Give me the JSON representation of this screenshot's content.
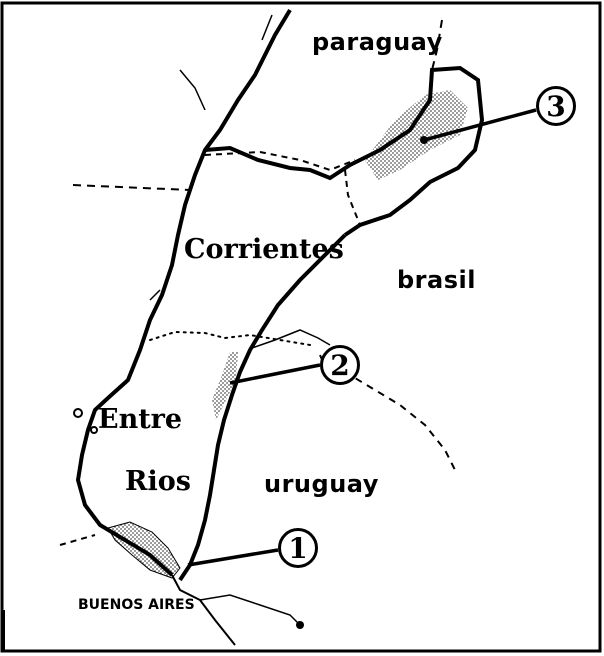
{
  "map": {
    "countries": {
      "paraguay": "paraguay",
      "brasil": "brasil",
      "uruguay": "uruguay"
    },
    "provinces": {
      "corrientes": "Corrientes",
      "entre_rios_line1": "Entre",
      "entre_rios_line2": "Rios"
    },
    "cities": {
      "buenos_aires": "BUENOS AIRES"
    },
    "markers": [
      "1",
      "2",
      "3"
    ],
    "colors": {
      "ink": "#000000",
      "paper": "#ffffff",
      "shading": "#8a8a8a"
    }
  }
}
